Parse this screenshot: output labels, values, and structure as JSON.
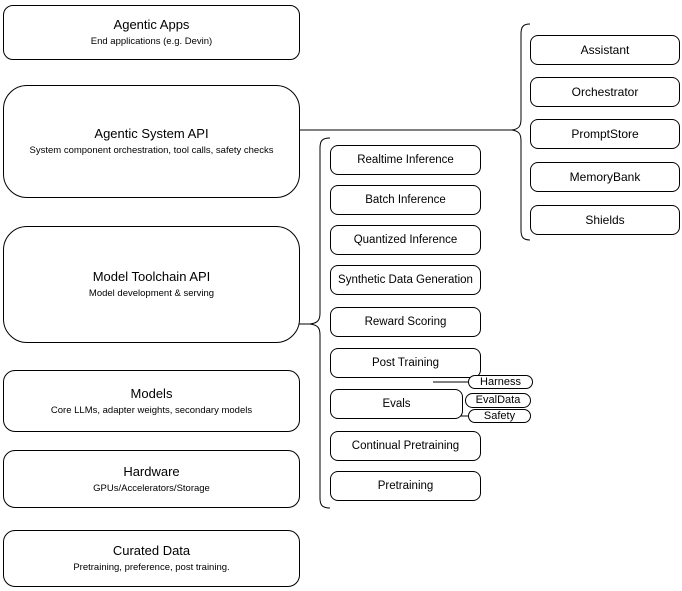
{
  "stack": [
    {
      "title": "Agentic Apps",
      "subtitle": "End applications (e.g. Devin)"
    },
    {
      "title": "Agentic System API",
      "subtitle": "System component orchestration, tool calls, safety checks"
    },
    {
      "title": "Model Toolchain API",
      "subtitle": "Model development & serving"
    },
    {
      "title": "Models",
      "subtitle": "Core LLMs, adapter weights, secondary models"
    },
    {
      "title": "Hardware",
      "subtitle": "GPUs/Accelerators/Storage"
    },
    {
      "title": "Curated Data",
      "subtitle": "Pretraining, preference, post training."
    }
  ],
  "toolchain": {
    "items": [
      "Realtime Inference",
      "Batch Inference",
      "Quantized Inference",
      "Synthetic Data Generation",
      "Reward Scoring",
      "Post Training",
      "Evals",
      "Continual Pretraining",
      "Pretraining"
    ]
  },
  "evals_tags": [
    "Harness",
    "EvalData",
    "Safety"
  ],
  "system": {
    "items": [
      "Assistant",
      "Orchestrator",
      "PromptStore",
      "MemoryBank",
      "Shields"
    ]
  },
  "colors": {
    "background": "#ffffff",
    "box_fill": "#ffffff",
    "stroke": "#000000",
    "text": "#000000"
  }
}
